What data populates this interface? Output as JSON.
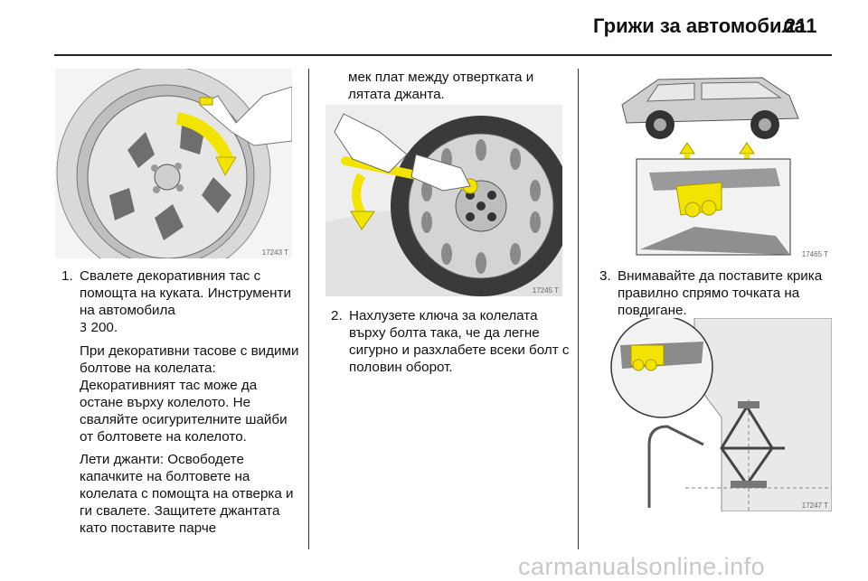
{
  "header": {
    "title": "Грижи за автомобила",
    "page_number": "211"
  },
  "figures": {
    "fig1": "17243 T",
    "fig2": "17245 T",
    "fig3": "17465 T",
    "fig4": "17247 T"
  },
  "col1": {
    "step_num": "1.",
    "step_text": "Свалете декоративния тас с помощта на куката. Инструменти на автомобила",
    "ref_arrow": "3",
    "ref_page": "200.",
    "para1": "При декоративни тасове с видими болтове на колелата: Декоративният тас може да остане върху колелото. Не сваляйте осигурителните шайби от болтовете на колелото.",
    "para2": "Лети джанти: Освободете капачките на болтовете на колелата с помощта на отверка и ги свалете. Защитете джантата като поставите парче"
  },
  "col2": {
    "continuation": "мек плат между отвертката и лятата джанта.",
    "step_num": "2.",
    "step_text": "Нахлузете ключа за колелата върху болта така, че да легне сигурно и разхлабете всеки болт с половин оборот."
  },
  "col3": {
    "step_num": "3.",
    "step_text": "Внимавайте да поставите крика правилно спрямо точката на повдигане."
  },
  "watermark": "carmanualsonline.info"
}
